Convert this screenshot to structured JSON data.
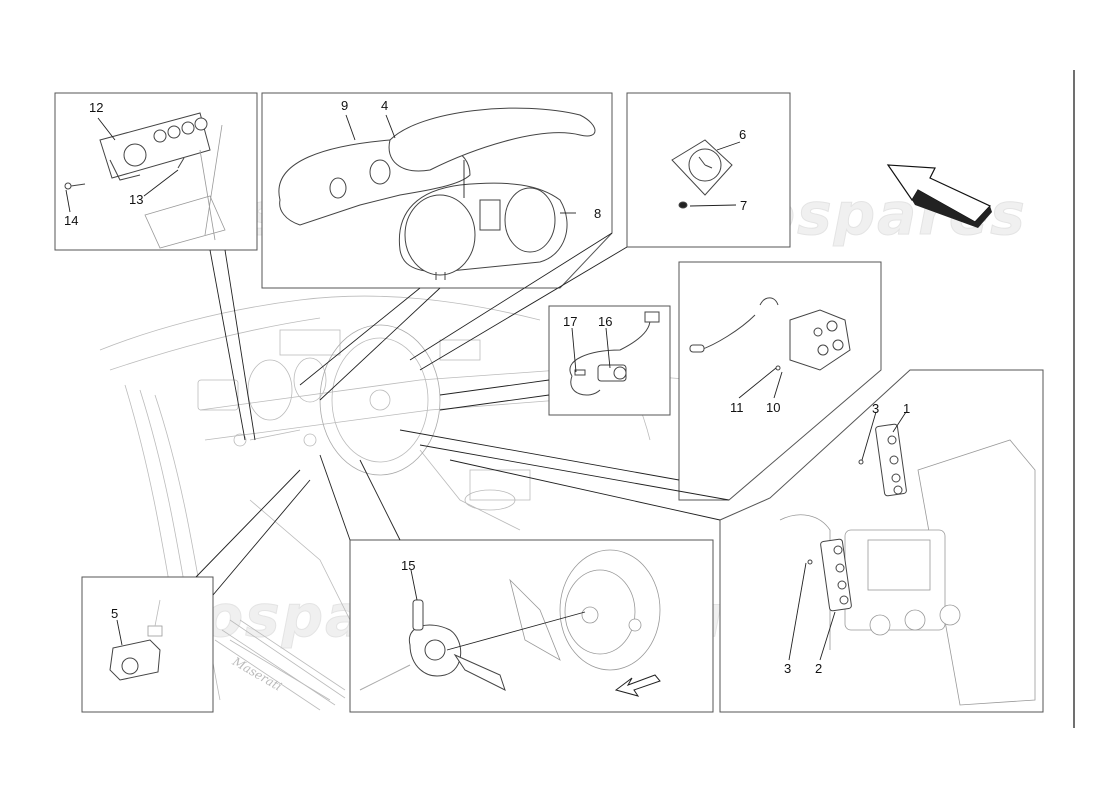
{
  "diagram": {
    "subject": "Dashboard instrument panel and switch controls exploded parts diagram",
    "watermark": "eurospares",
    "panels": [
      {
        "id": "panel-top-left",
        "callouts": [
          "12",
          "13",
          "14"
        ],
        "contents": "dashboard switch panel with knob and four buttons, screws"
      },
      {
        "id": "panel-instrument-cluster",
        "callouts": [
          "9",
          "4",
          "8"
        ],
        "contents": "instrument cluster housing, cowl cover, gauges"
      },
      {
        "id": "panel-clock",
        "callouts": [
          "6",
          "7"
        ],
        "contents": "analog clock with fixing screw"
      },
      {
        "id": "panel-sensor",
        "callouts": [
          "17",
          "16"
        ],
        "contents": "sensor with connector and screw"
      },
      {
        "id": "panel-switch-block",
        "callouts": [
          "11",
          "10"
        ],
        "contents": "switch block with three buttons and cable"
      },
      {
        "id": "panel-center-console",
        "callouts": [
          "3",
          "1",
          "3",
          "2"
        ],
        "contents": "center console button strips, radio/nav unit"
      },
      {
        "id": "panel-steering-column",
        "callouts": [
          "15"
        ],
        "contents": "steering column stalk switch assembly, steering wheel"
      },
      {
        "id": "panel-light-switch",
        "callouts": [
          "5"
        ],
        "contents": "rotary light switch with connector"
      }
    ],
    "callouts": {
      "c1": "1",
      "c2": "2",
      "c3a": "3",
      "c3b": "3",
      "c4": "4",
      "c5": "5",
      "c6": "6",
      "c7": "7",
      "c8": "8",
      "c9": "9",
      "c10": "10",
      "c11": "11",
      "c12": "12",
      "c13": "13",
      "c14": "14",
      "c15": "15",
      "c16": "16",
      "c17": "17"
    },
    "direction_arrows": [
      "arrow-forward-up-right",
      "arrow-back-down-left"
    ],
    "sill_text": "Maserati"
  }
}
